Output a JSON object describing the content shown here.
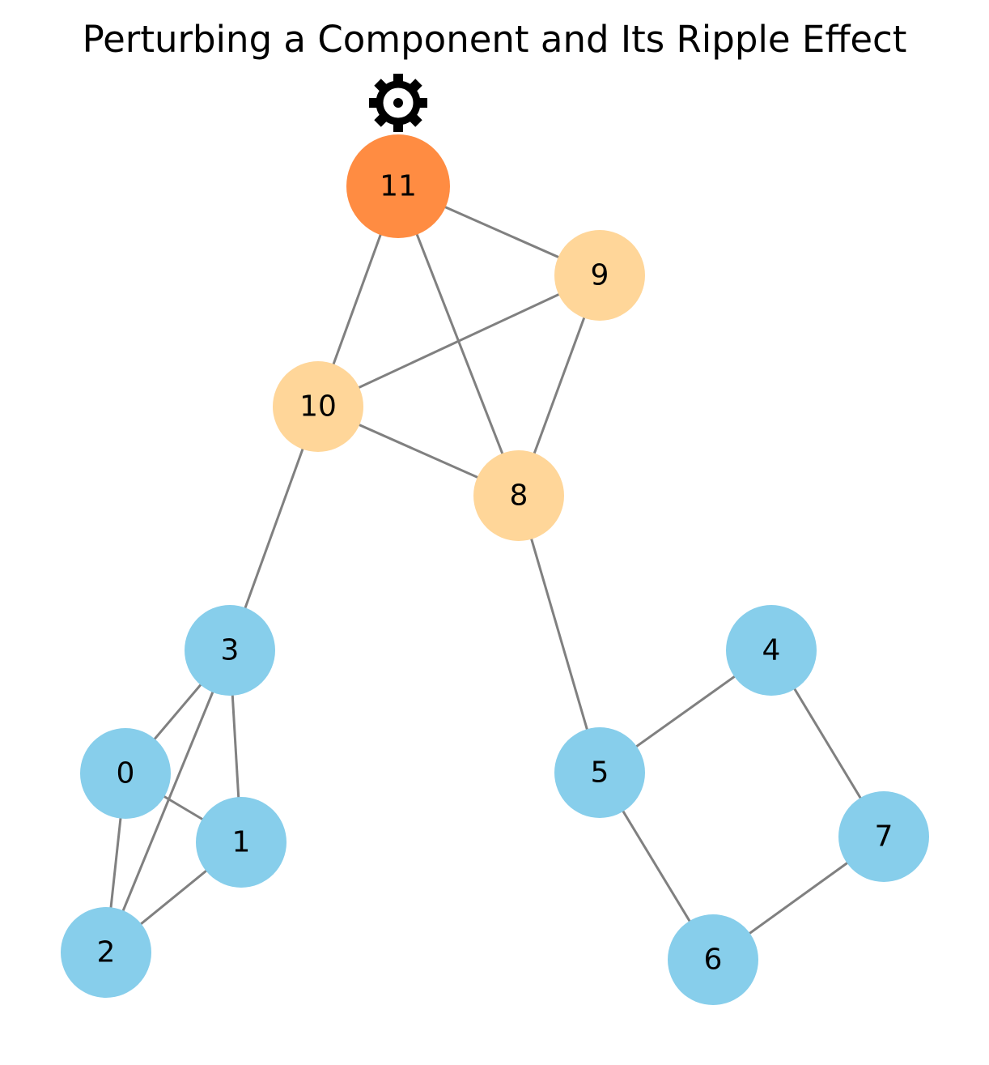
{
  "title": "Perturbing a Component and Its Ripple Effect",
  "colors": {
    "edge": "#808080",
    "perturbed": "#FF8C42",
    "affected": "#FFD699",
    "normal": "#87CEEB",
    "marker": "#000000"
  },
  "marker_icon": "gear-icon",
  "nodes": [
    {
      "id": "0",
      "status": "normal"
    },
    {
      "id": "1",
      "status": "normal"
    },
    {
      "id": "2",
      "status": "normal"
    },
    {
      "id": "3",
      "status": "normal"
    },
    {
      "id": "4",
      "status": "normal"
    },
    {
      "id": "5",
      "status": "normal"
    },
    {
      "id": "6",
      "status": "normal"
    },
    {
      "id": "7",
      "status": "normal"
    },
    {
      "id": "8",
      "status": "affected"
    },
    {
      "id": "9",
      "status": "affected"
    },
    {
      "id": "10",
      "status": "affected"
    },
    {
      "id": "11",
      "status": "perturbed"
    }
  ],
  "edges": [
    [
      "11",
      "9"
    ],
    [
      "11",
      "10"
    ],
    [
      "11",
      "8"
    ],
    [
      "9",
      "10"
    ],
    [
      "9",
      "8"
    ],
    [
      "10",
      "8"
    ],
    [
      "10",
      "3"
    ],
    [
      "8",
      "5"
    ],
    [
      "3",
      "0"
    ],
    [
      "3",
      "1"
    ],
    [
      "3",
      "2"
    ],
    [
      "0",
      "1"
    ],
    [
      "0",
      "2"
    ],
    [
      "1",
      "2"
    ],
    [
      "5",
      "4"
    ],
    [
      "5",
      "6"
    ],
    [
      "4",
      "7"
    ],
    [
      "6",
      "7"
    ]
  ]
}
